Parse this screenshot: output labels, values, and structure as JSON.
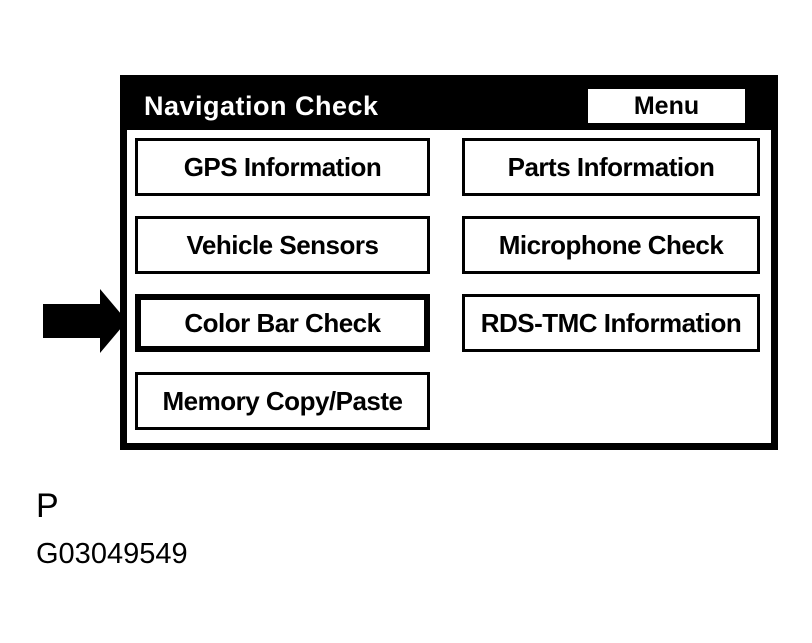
{
  "screen": {
    "title": "Navigation Check",
    "menu_button_label": "Menu",
    "buttons": [
      {
        "label": "GPS Information",
        "highlighted": false
      },
      {
        "label": "Parts Information",
        "highlighted": false
      },
      {
        "label": "Vehicle Sensors",
        "highlighted": false
      },
      {
        "label": "Microphone Check",
        "highlighted": false
      },
      {
        "label": "Color Bar Check",
        "highlighted": true
      },
      {
        "label": "RDS-TMC Information",
        "highlighted": false
      },
      {
        "label": "Memory Copy/Paste",
        "highlighted": false
      }
    ]
  },
  "annotations": {
    "pointer_icon": "arrow-right-icon",
    "pointer_target": "Color Bar Check",
    "label_p": "P",
    "figure_code": "G03049549"
  },
  "colors": {
    "page_bg": "#ffffff",
    "titlebar_bg": "#000000",
    "titlebar_text": "#ffffff",
    "button_bg": "#ffffff",
    "button_border": "#000000",
    "button_text": "#000000",
    "arrow_fill": "#000000"
  }
}
